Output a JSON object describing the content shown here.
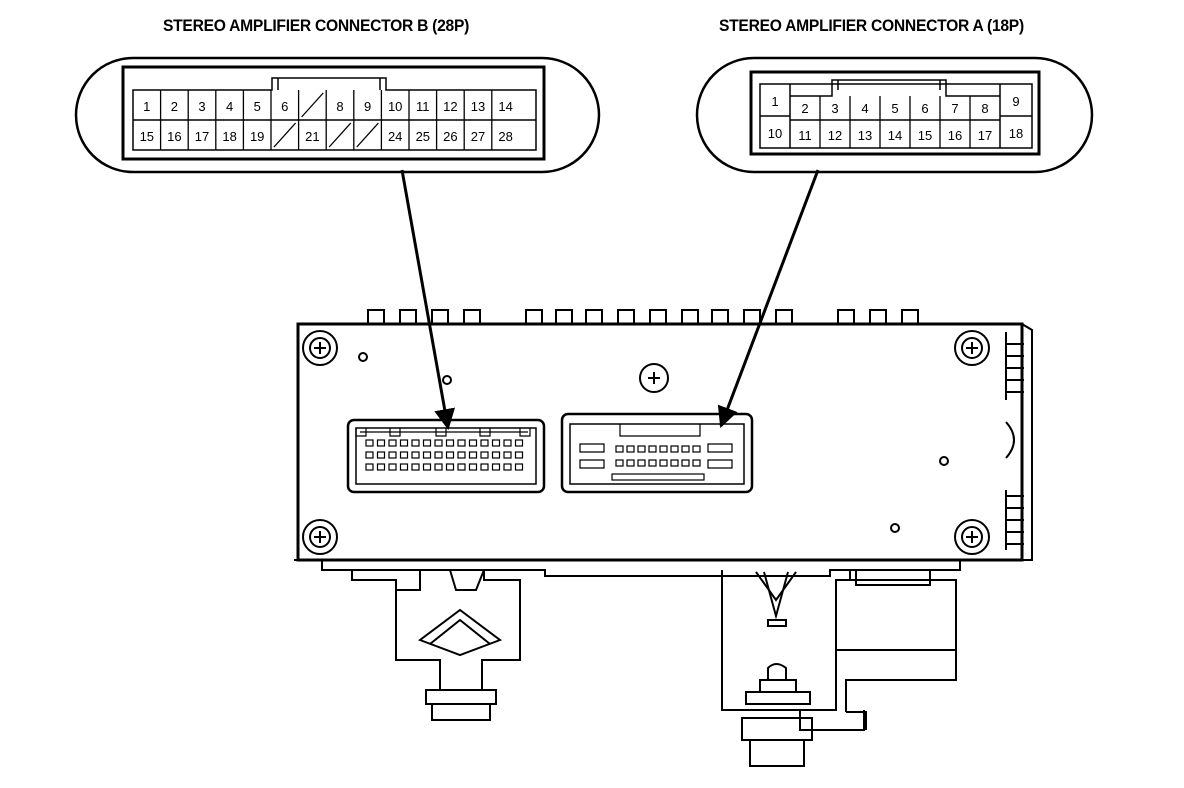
{
  "connector_b": {
    "title": "STEREO AMPLIFIER CONNECTOR B (28P)",
    "top_row": [
      "1",
      "2",
      "3",
      "4",
      "5",
      "6",
      "",
      "8",
      "9",
      "10",
      "11",
      "12",
      "13",
      "14"
    ],
    "bottom_row": [
      "15",
      "16",
      "17",
      "18",
      "19",
      "",
      "21",
      "",
      "",
      "24",
      "25",
      "26",
      "27",
      "28"
    ]
  },
  "connector_a": {
    "title": "STEREO AMPLIFIER CONNECTOR A (18P)",
    "left_column": [
      "1",
      "10"
    ],
    "top_row": [
      "2",
      "3",
      "4",
      "5",
      "6",
      "7",
      "8"
    ],
    "bottom_row": [
      "11",
      "12",
      "13",
      "14",
      "15",
      "16",
      "17"
    ],
    "right_column": [
      "9",
      "18"
    ]
  }
}
